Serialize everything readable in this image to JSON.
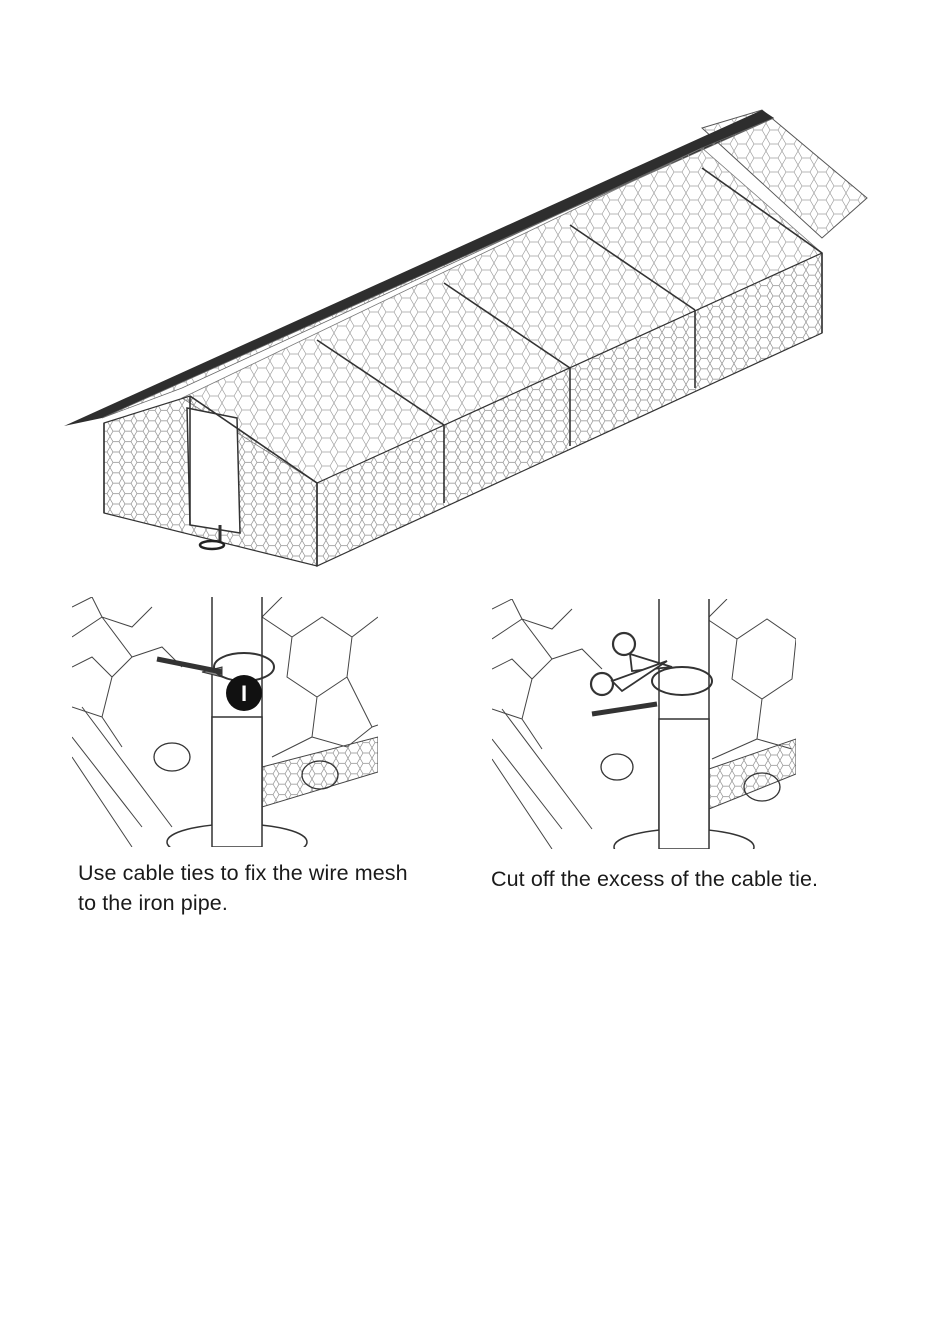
{
  "document": {
    "steps": [
      {
        "caption": "Use cable ties to fix the wire mesh to the iron pipe.",
        "marker": "I",
        "icon": "cable-tie-icon"
      },
      {
        "caption": "Cut off the excess of the cable tie.",
        "icon": "scissors-icon"
      }
    ]
  },
  "colors": {
    "ink": "#1a1a1a",
    "mesh": "#9a9a9a",
    "roof": "#2e2e2e",
    "paper": "#ffffff"
  }
}
